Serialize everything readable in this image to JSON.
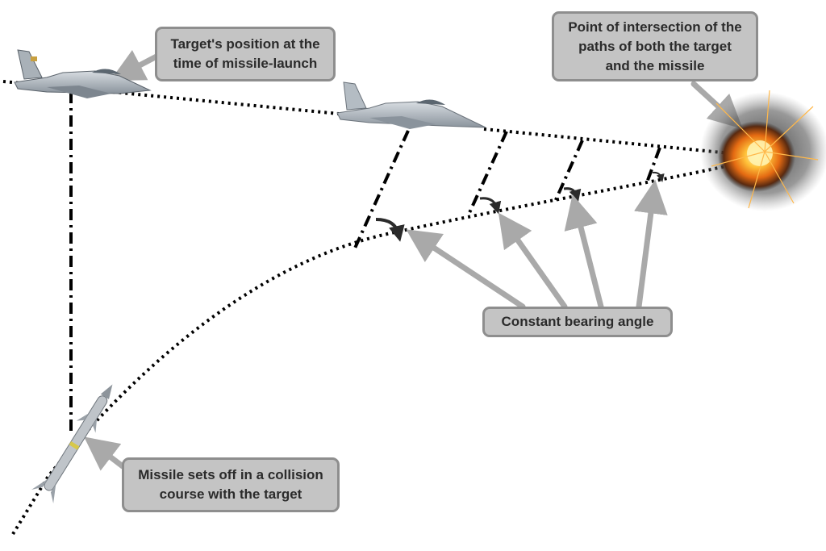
{
  "callouts": {
    "launch_position": {
      "line1": "Target's position at the",
      "line2": "time of missile-launch"
    },
    "intersection": {
      "line1": "Point of intersection of the",
      "line2": "paths of both the target",
      "line3": "and the missile"
    },
    "bearing_angle": {
      "text": "Constant bearing angle"
    },
    "missile_course": {
      "line1": "Missile sets off in a collision",
      "line2": "course with the target"
    }
  },
  "colors": {
    "callout_fill": "#c4c4c4",
    "callout_border": "#8e8e8e",
    "arrow": "#a9a9a9",
    "path": "#000000",
    "explosion_core": "#ffb020"
  },
  "icons": {
    "target_aircraft_launch": "fighter-jet-icon",
    "target_aircraft_midflight": "fighter-jet-icon",
    "missile": "missile-icon",
    "explosion": "explosion-icon",
    "bearing_arc": "curved-arrow-icon"
  }
}
